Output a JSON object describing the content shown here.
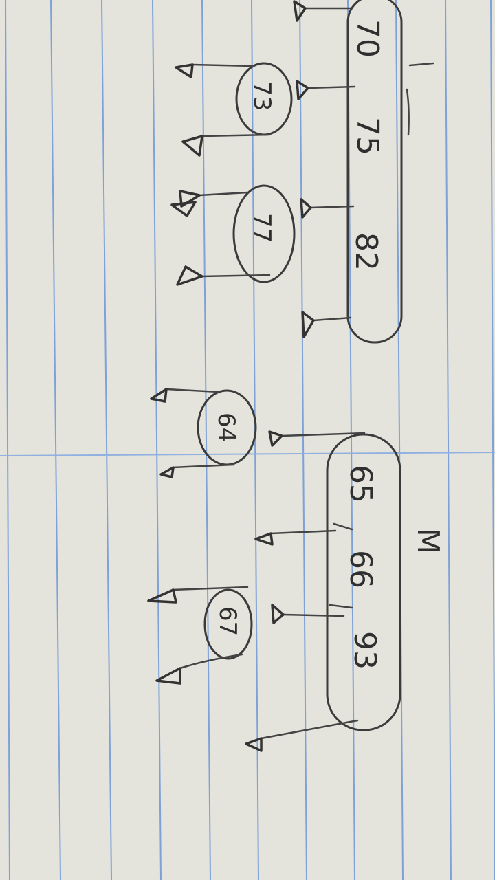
{
  "colors": {
    "paper": "#e4e3dc",
    "rule_line": "#7ea2d8",
    "pencil": "#3b3b3b"
  },
  "upper_node": {
    "keys": [
      "70",
      "75",
      "82"
    ],
    "children": [
      {
        "key": "73"
      },
      {
        "key": "77"
      }
    ]
  },
  "lower_node": {
    "label": "M",
    "keys": [
      "65",
      "66",
      "93"
    ],
    "children": [
      {
        "key": "64"
      },
      {
        "key": "67"
      }
    ]
  }
}
